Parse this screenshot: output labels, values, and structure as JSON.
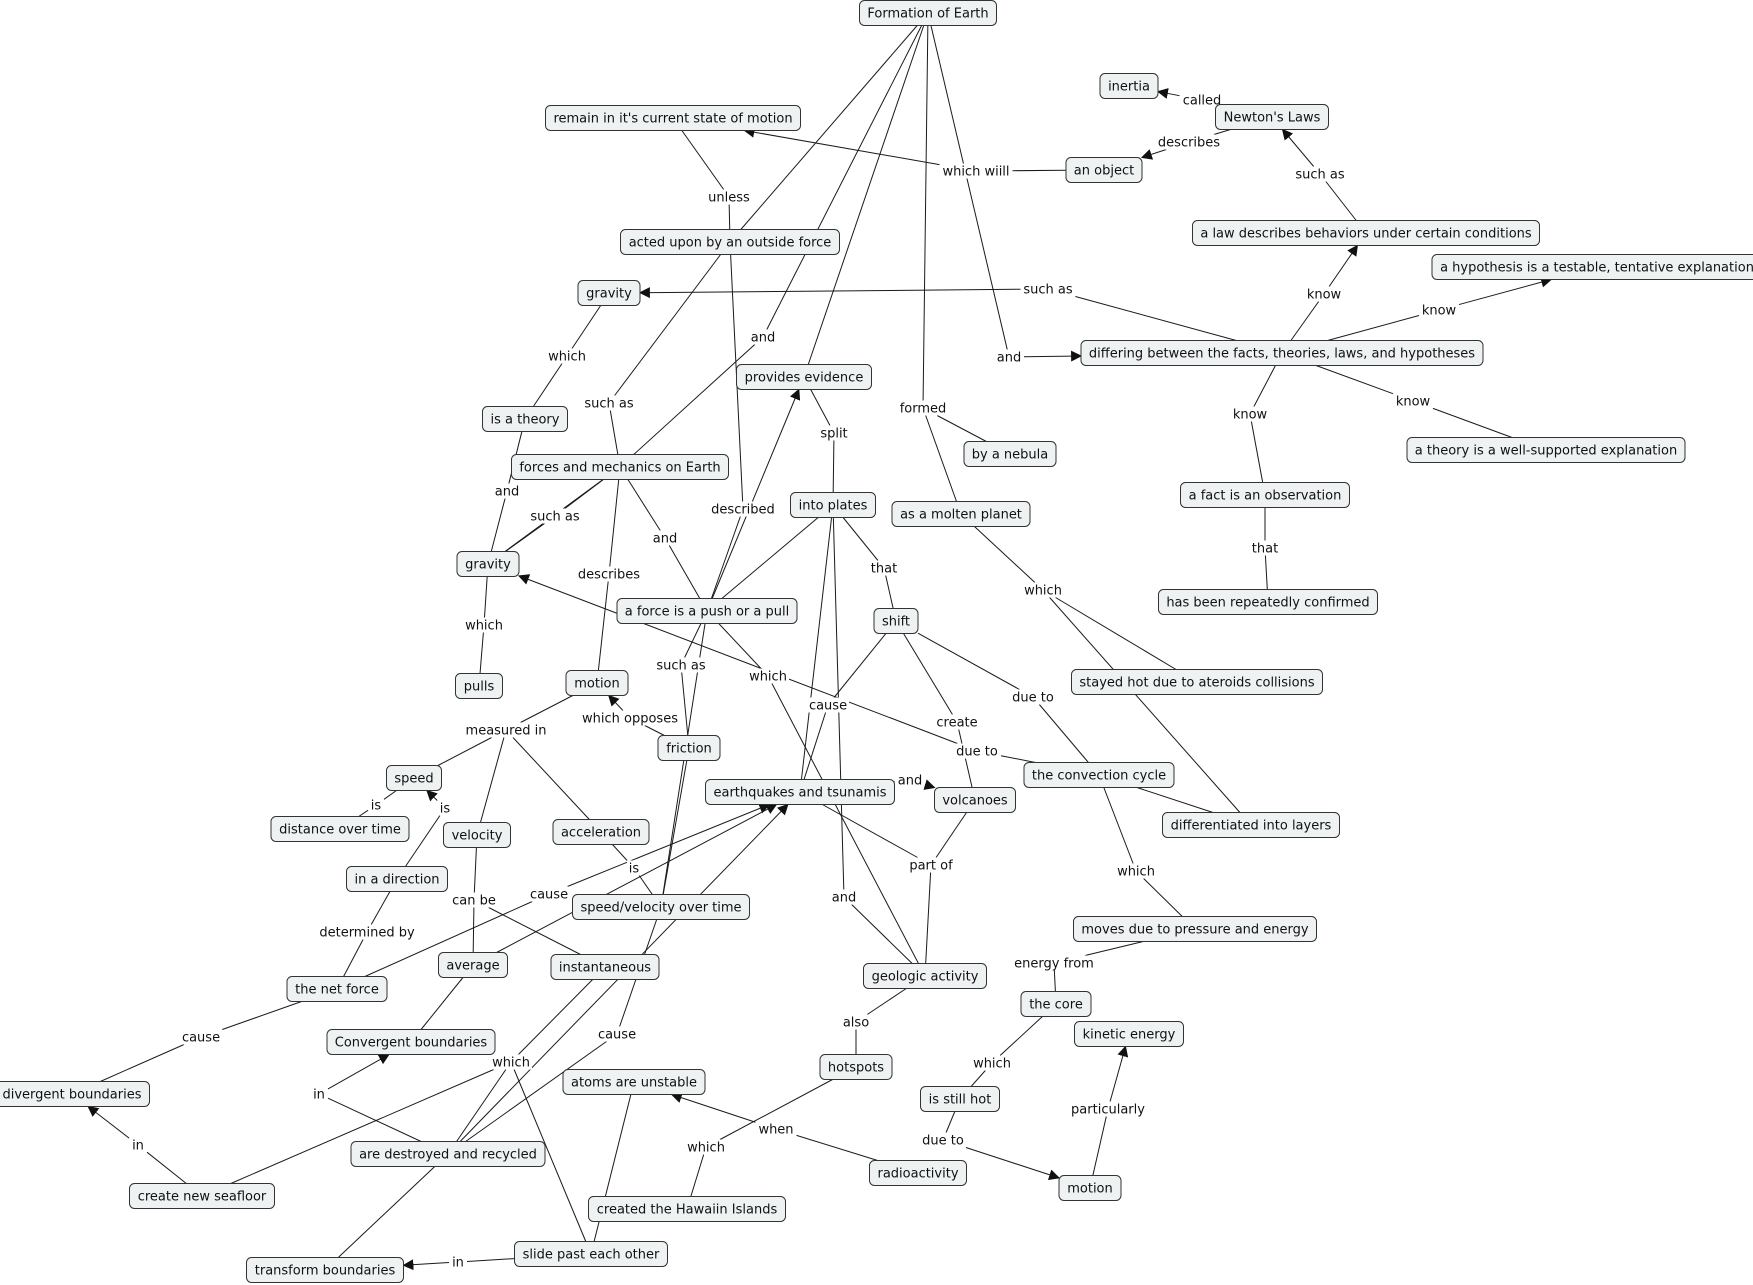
{
  "concepts": {
    "formation": "Formation of Earth",
    "inertia": "inertia",
    "newtons_laws": "Newton's Laws",
    "remain": "remain in it's current state of motion",
    "an_object": "an object",
    "law": "a law describes behaviors under certain conditions",
    "hypothesis": "a hypothesis is a testable, tentative explanation",
    "acted_upon": "acted upon by an outside force",
    "gravity_top": "gravity",
    "differing": "differing between the facts, theories, laws, and hypotheses",
    "provides_evidence": "provides evidence",
    "is_theory": "is a theory",
    "by_nebula": "by a nebula",
    "theory_def": "a theory is a well-supported explanation",
    "forces_mech": "forces and mechanics on Earth",
    "fact": "a fact is an observation",
    "into_plates": "into plates",
    "molten": "as a molten planet",
    "gravity": "gravity",
    "force_push": "a force is a push or a pull",
    "repeat": "has been repeatedly confirmed",
    "shift": "shift",
    "pulls": "pulls",
    "motion_top": "motion",
    "stayed_hot": "stayed hot due to ateroids collisions",
    "friction": "friction",
    "speed": "speed",
    "convection": "the convection cycle",
    "earthquakes": "earthquakes and tsunamis",
    "volcanoes": "volcanoes",
    "distance": "distance over time",
    "velocity": "velocity",
    "acceleration": "acceleration",
    "differentiated": "differentiated into layers",
    "direction": "in a direction",
    "speed_time": "speed/velocity over time",
    "moves_pressure": "moves due to pressure and energy",
    "average": "average",
    "instantaneous": "instantaneous",
    "geologic": "geologic activity",
    "net_force": "the net force",
    "core": "the core",
    "kinetic": "kinetic energy",
    "convergent": "Convergent boundaries",
    "hotspots": "hotspots",
    "atoms": "atoms are unstable",
    "divergent": "divergent boundaries",
    "still_hot": "is still hot",
    "destroyed": "are destroyed and recycled",
    "radioactivity": "radioactivity",
    "motion_bottom": "motion",
    "seafloor": "create new seafloor",
    "hawaii": "created the Hawaiin Islands",
    "slide": "slide past each other",
    "transform": "transform boundaries"
  },
  "links": {
    "called": "called",
    "describes": "describes",
    "which_will": "which wiill",
    "such_as_laws": "such as",
    "unless": "unless",
    "such_as_gravity": "such as",
    "know_law": "know",
    "know_hyp": "know",
    "and_diff": "and",
    "and_forces": "and",
    "which_gravity": "which",
    "such_as_forces": "such as",
    "split": "split",
    "formed": "formed",
    "know_theory": "know",
    "know_fact": "know",
    "and_theory": "and",
    "described": "described",
    "such_as_gravity2": "such as",
    "and_force": "and",
    "that_shift": "that",
    "that_fact": "that",
    "describes_motion": "describes",
    "which_molten": "which",
    "which_pulls": "which",
    "such_as_friction": "such as",
    "which_force": "which",
    "cause_shift": "cause",
    "due_to_conv": "due to",
    "create": "create",
    "which_opposes": "which opposes",
    "measured_in": "measured in",
    "due_to_gravity": "due to",
    "and_eq": "and",
    "is_speed": "is",
    "is_velocity": "is",
    "is_accel": "is",
    "part_of": "part of",
    "which_conv": "which",
    "cause_net": "cause",
    "can_be": "can be",
    "and_geo": "and",
    "determined_by": "determined by",
    "energy_from": "energy from",
    "also": "also",
    "cause_div": "cause",
    "cause_atoms": "cause",
    "which_core": "which",
    "which_slide": "which",
    "particularly": "particularly",
    "in_conv": "in",
    "when": "when",
    "in_div": "in",
    "which_hawaii": "which",
    "due_to_radio": "due to",
    "in_transform": "in"
  }
}
